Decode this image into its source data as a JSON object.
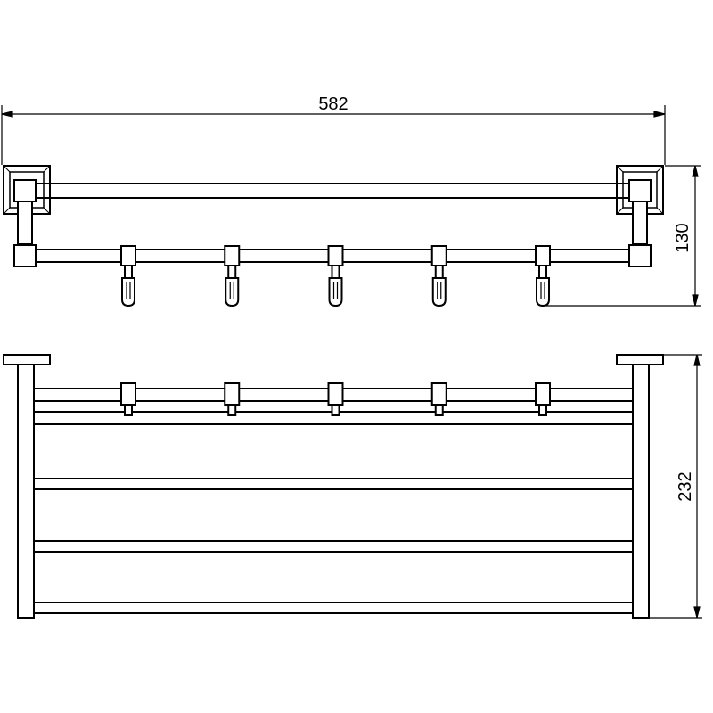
{
  "dimensions": {
    "width": "582",
    "depth": "130",
    "height": "232"
  },
  "hooks": {
    "count": 5
  }
}
